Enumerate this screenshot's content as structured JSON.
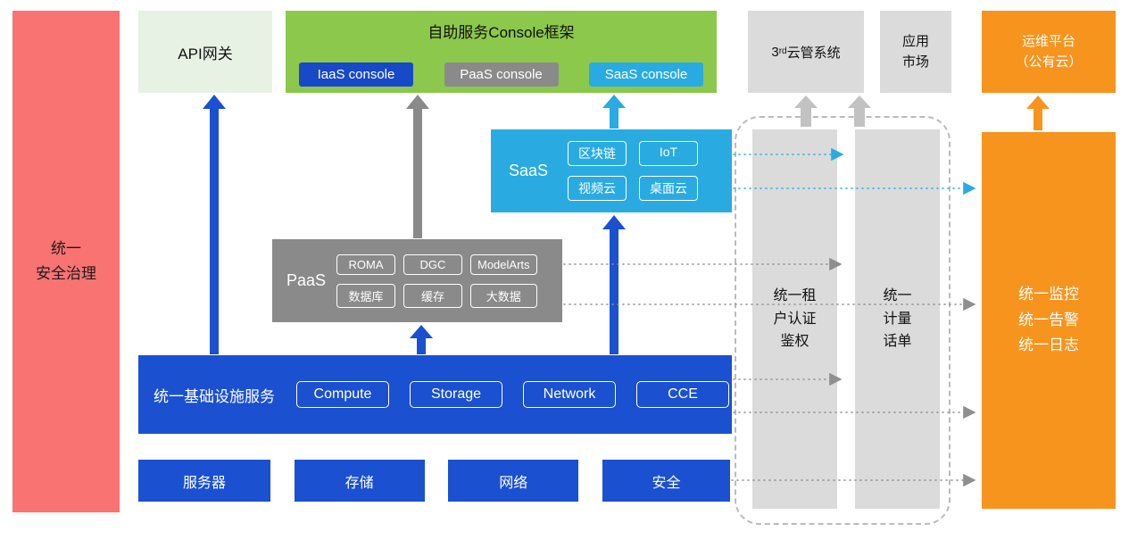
{
  "security_bar": {
    "label": "统一\n安全治理"
  },
  "api_gateway": {
    "label": "API网关"
  },
  "console_frame": {
    "title": "自助服务Console框架",
    "iaas_console": "IaaS console",
    "paas_console": "PaaS console",
    "saas_console": "SaaS console"
  },
  "third_cloud": {
    "num": "3",
    "sup": "rd",
    "rest": "云管系统"
  },
  "app_market": {
    "label": "应用\n市场"
  },
  "om_platform": {
    "label": "运维平台\n（公有云）"
  },
  "saas_box": {
    "label": "SaaS",
    "chips": [
      "区块链",
      "IoT",
      "视频云",
      "桌面云"
    ]
  },
  "paas_box": {
    "label": "PaaS",
    "chips": [
      "ROMA",
      "DGC",
      "ModelArts",
      "数据库",
      "缓存",
      "大数据"
    ]
  },
  "iaas_box": {
    "label": "统一基础设施服务",
    "chips": [
      "Compute",
      "Storage",
      "Network",
      "CCE"
    ]
  },
  "hardware_row": {
    "items": [
      "服务器",
      "存储",
      "网络",
      "安全"
    ]
  },
  "auth_column": {
    "label": "统一租\n户认证\n鉴权"
  },
  "metering_column": {
    "label": "统一\n计量\n话单"
  },
  "monitor_column": {
    "label": "统一监控\n统一告警\n统一日志"
  },
  "colors": {
    "blue": "#1B50D0",
    "cyan": "#29ABE2",
    "green": "#8CC84B",
    "light_green": "#E7F2E4",
    "gray": "#8A8A8A",
    "light_gray": "#DBDBDB",
    "orange": "#F7941E",
    "red": "#F87372"
  }
}
